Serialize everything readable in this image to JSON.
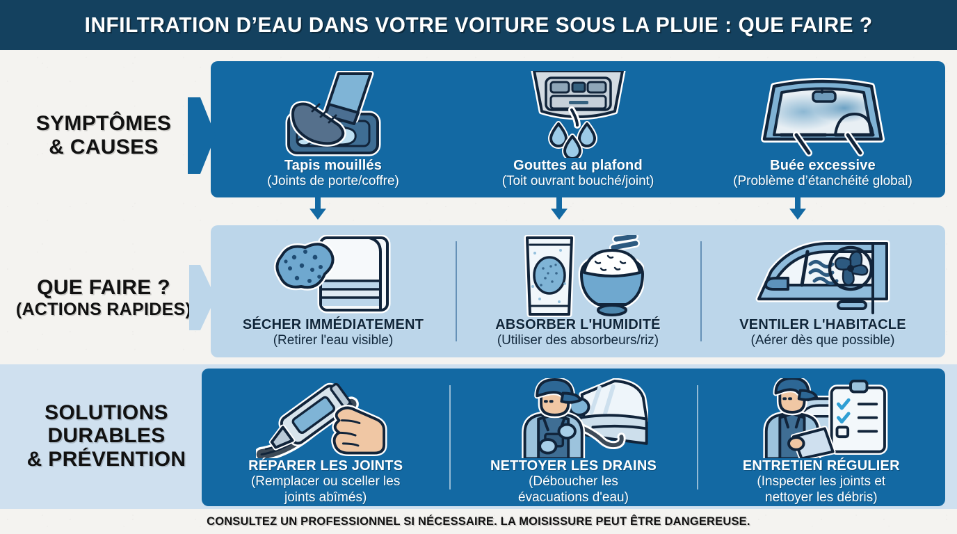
{
  "header": {
    "title": "INFILTRATION D’EAU DANS VOTRE VOITURE SOUS LA PLUIE : QUE FAIRE ?"
  },
  "colors": {
    "header_bg": "#14415f",
    "dark_panel": "#1369a3",
    "light_panel": "#bcd6ea",
    "band": "#cfe0ef",
    "page_bg": "#f4f3f0",
    "arrow": "#1369a3"
  },
  "sections": [
    {
      "label_line1": "SYMPTÔMES",
      "label_line2": "& CAUSES",
      "label_line3": "",
      "style": "dark",
      "cards": [
        {
          "icon": "wet-floor-mat-icon",
          "title": "Tapis mouillés",
          "subtitle": "(Joints de porte/coffre)"
        },
        {
          "icon": "ceiling-console-drip-icon",
          "title": "Gouttes au plafond",
          "subtitle": "(Toit ouvrant bouché/joint)"
        },
        {
          "icon": "foggy-windshield-icon",
          "title": "Buée excessive",
          "subtitle": "(Problème d’étanchéité global)"
        }
      ]
    },
    {
      "label_line1": "QUE FAIRE ?",
      "label_line2": "(ACTIONS RAPIDES)",
      "label_line3": "",
      "style": "light",
      "cards": [
        {
          "icon": "sponge-towel-icon",
          "title": "SÉCHER IMMÉDIATEMENT",
          "subtitle": "(Retirer l'eau visible)"
        },
        {
          "icon": "desiccant-rice-bowl-icon",
          "title": "ABSORBER L'HUMIDITÉ",
          "subtitle": "(Utiliser des absorbeurs/riz)"
        },
        {
          "icon": "car-window-fan-icon",
          "title": "VENTILER L'HABITACLE",
          "subtitle": "(Aérer dès que possible)"
        }
      ]
    },
    {
      "label_line1": "SOLUTIONS",
      "label_line2": "DURABLES",
      "label_line3": "& PRÉVENTION",
      "style": "dark",
      "cards": [
        {
          "icon": "sealant-tube-hand-icon",
          "title": "RÉPARER LES JOINTS",
          "subtitle": "(Remplacer ou sceller les\njoints abîmés)"
        },
        {
          "icon": "mechanic-drain-cleaning-icon",
          "title": "NETTOYER LES DRAINS",
          "subtitle": "(Déboucher les\névacuations d'eau)"
        },
        {
          "icon": "mechanic-checklist-icon",
          "title": "ENTRETIEN RÉGULIER",
          "subtitle": "(Inspecter les joints et\nnettoyer les débris)"
        }
      ]
    }
  ],
  "footer": {
    "note": "CONSULTEZ UN PROFESSIONNEL SI NÉCESSAIRE. LA MOISISSURE PEUT ÊTRE DANGEREUSE."
  }
}
